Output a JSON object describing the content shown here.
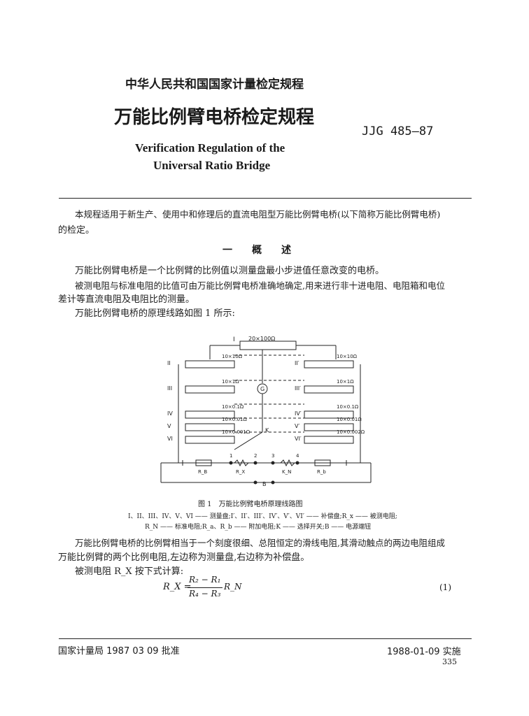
{
  "header": {
    "org_line": "中华人民共和国国家计量检定规程",
    "title_cn": "万能比例臂电桥检定规程",
    "code": "JJG 485—87",
    "title_en_1": "Verification Regulation of the",
    "title_en_2": "Universal Ratio Bridge"
  },
  "intro": {
    "line1": "本规程适用于新生产、使用中和修理后的直流电阻型万能比例臂电桥(以下简称万能比例臂电桥)",
    "line2": "的检定。"
  },
  "section1": {
    "heading": "一　　概　　述",
    "p1": "万能比例臂电桥是一个比例臂的比例值以测量盘最小步进值任意改变的电桥。",
    "p2_l1": "被测电阻与标准电阻的比值可由万能比例臂电桥准确地确定,用来进行非十进电阻、电阻箱和电位",
    "p2_l2": "差计等直流电阻及电阻比的测量。",
    "p3": "万能比例臂电桥的原理线路如图 1 所示:"
  },
  "figure": {
    "top_label": "I",
    "top_value": "20×100Ω",
    "left_labels": [
      "II",
      "III",
      "IV",
      "V",
      "VI"
    ],
    "right_labels": [
      "II′",
      "III′",
      "IV′",
      "V′",
      "VI′"
    ],
    "mid_values": [
      "10×10Ω",
      "10×1Ω",
      "10×0.1Ω",
      "10×0.01Ω",
      "10×0.001Ω"
    ],
    "right_values": [
      "10×10Ω",
      "10×1Ω",
      "10×0.1Ω",
      "10×0.01Ω",
      "10×0.002Ω"
    ],
    "galvanometer": "G",
    "switch": "K",
    "terminals": [
      "1",
      "2",
      "3",
      "4"
    ],
    "resistors": [
      "R_B",
      "R_X",
      "K_N",
      "R_b"
    ],
    "battery": "B",
    "caption": "图 1　万能比例臂电桥原理线路图",
    "legend_1": "I、II、III、IV、V、VI —— 测量盘;I′、II′、III′、IV′、V′、VI′ —— 补偿盘;R_x —— 被测电阻;",
    "legend_2": "R_N —— 标准电阻;R_a、R_b —— 附加电阻;K —— 选择开关;B —— 电源端钮"
  },
  "para_after": {
    "l1": "万能比例臂电桥的比例臂相当于一个刻度很细、总阻恒定的滑线电阻,其滑动触点的两边电阻组成",
    "l2": "万能比例臂的两个比例电阻,左边称为测量盘,右边称为补偿盘。",
    "l3": "被测电阻 R_X 按下式计算:"
  },
  "formula": {
    "lhs": "R_X =",
    "numerator": "R₂ − R₁",
    "denominator": "R₄ − R₃",
    "factor": "R_N",
    "number": "(1)"
  },
  "footer": {
    "approved": "国家计量局 1987 03 09 批准",
    "effective": "1988-01-09 实施",
    "page": "335"
  }
}
